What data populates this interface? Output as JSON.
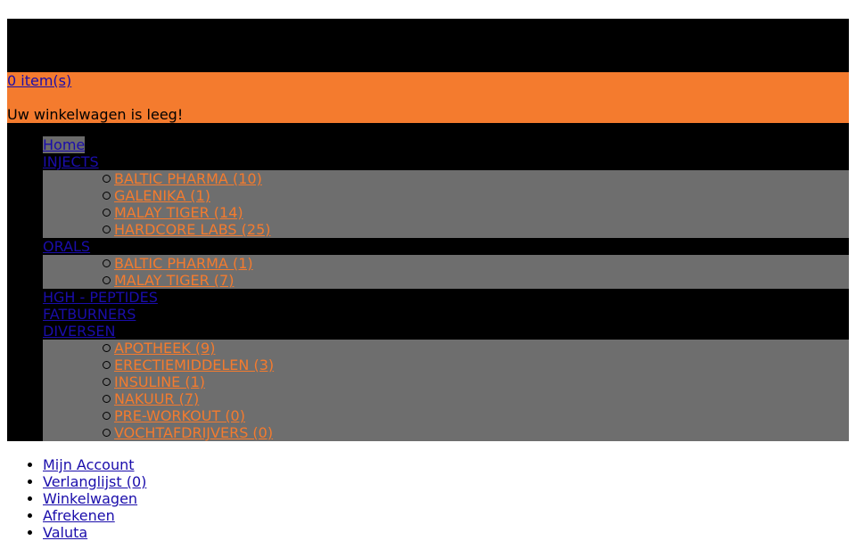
{
  "cart": {
    "items_label": "0 item(s)",
    "empty_message": "Uw winkelwagen is leeg!"
  },
  "nav": [
    {
      "label": "Home",
      "children": []
    },
    {
      "label": "INJECTS",
      "children": [
        "BALTIC PHARMA (10)",
        "GALENIKA (1)",
        "MALAY TIGER (14)",
        "HARDCORE LABS (25)"
      ]
    },
    {
      "label": "ORALS",
      "children": [
        "BALTIC PHARMA (1)",
        "MALAY TIGER (7)"
      ]
    },
    {
      "label": "HGH - PEPTIDES",
      "children": []
    },
    {
      "label": "FATBURNERS",
      "children": []
    },
    {
      "label": "DIVERSEN",
      "children": [
        "APOTHEEK (9)",
        "ERECTIEMIDDELEN (3)",
        "INSULINE (1)",
        "NAKUUR (7)",
        "PRE-WORKOUT (0)",
        "VOCHTAFDRIJVERS (0)"
      ]
    }
  ],
  "account_links": [
    "Mijn Account",
    "Verlanglijst (0)",
    "Winkelwagen",
    "Afrekenen",
    "Valuta"
  ],
  "colors": {
    "accent": "#f47b2e",
    "header": "#000000",
    "submenu": "#6e6e6e"
  }
}
